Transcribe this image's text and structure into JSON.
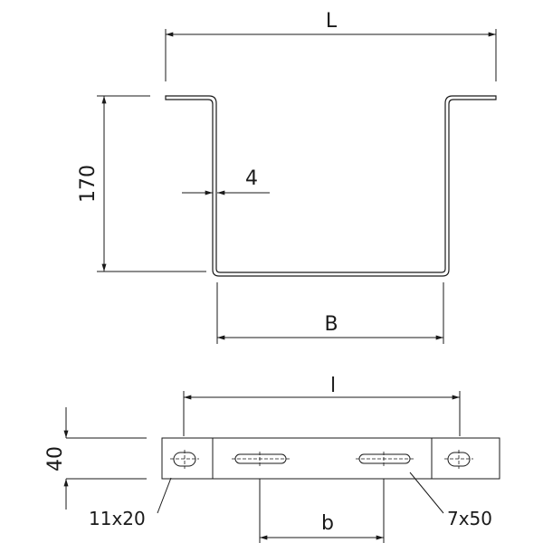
{
  "labels": {
    "overall_length": "L",
    "height": "170",
    "thickness": "4",
    "inner_width": "B",
    "hole_spacing": "l",
    "plate_height": "40",
    "slot_spacing": "b",
    "end_hole": "11x20",
    "middle_slot": "7x50"
  },
  "colors": {
    "line": "#1a1a1a",
    "background": "#ffffff"
  }
}
